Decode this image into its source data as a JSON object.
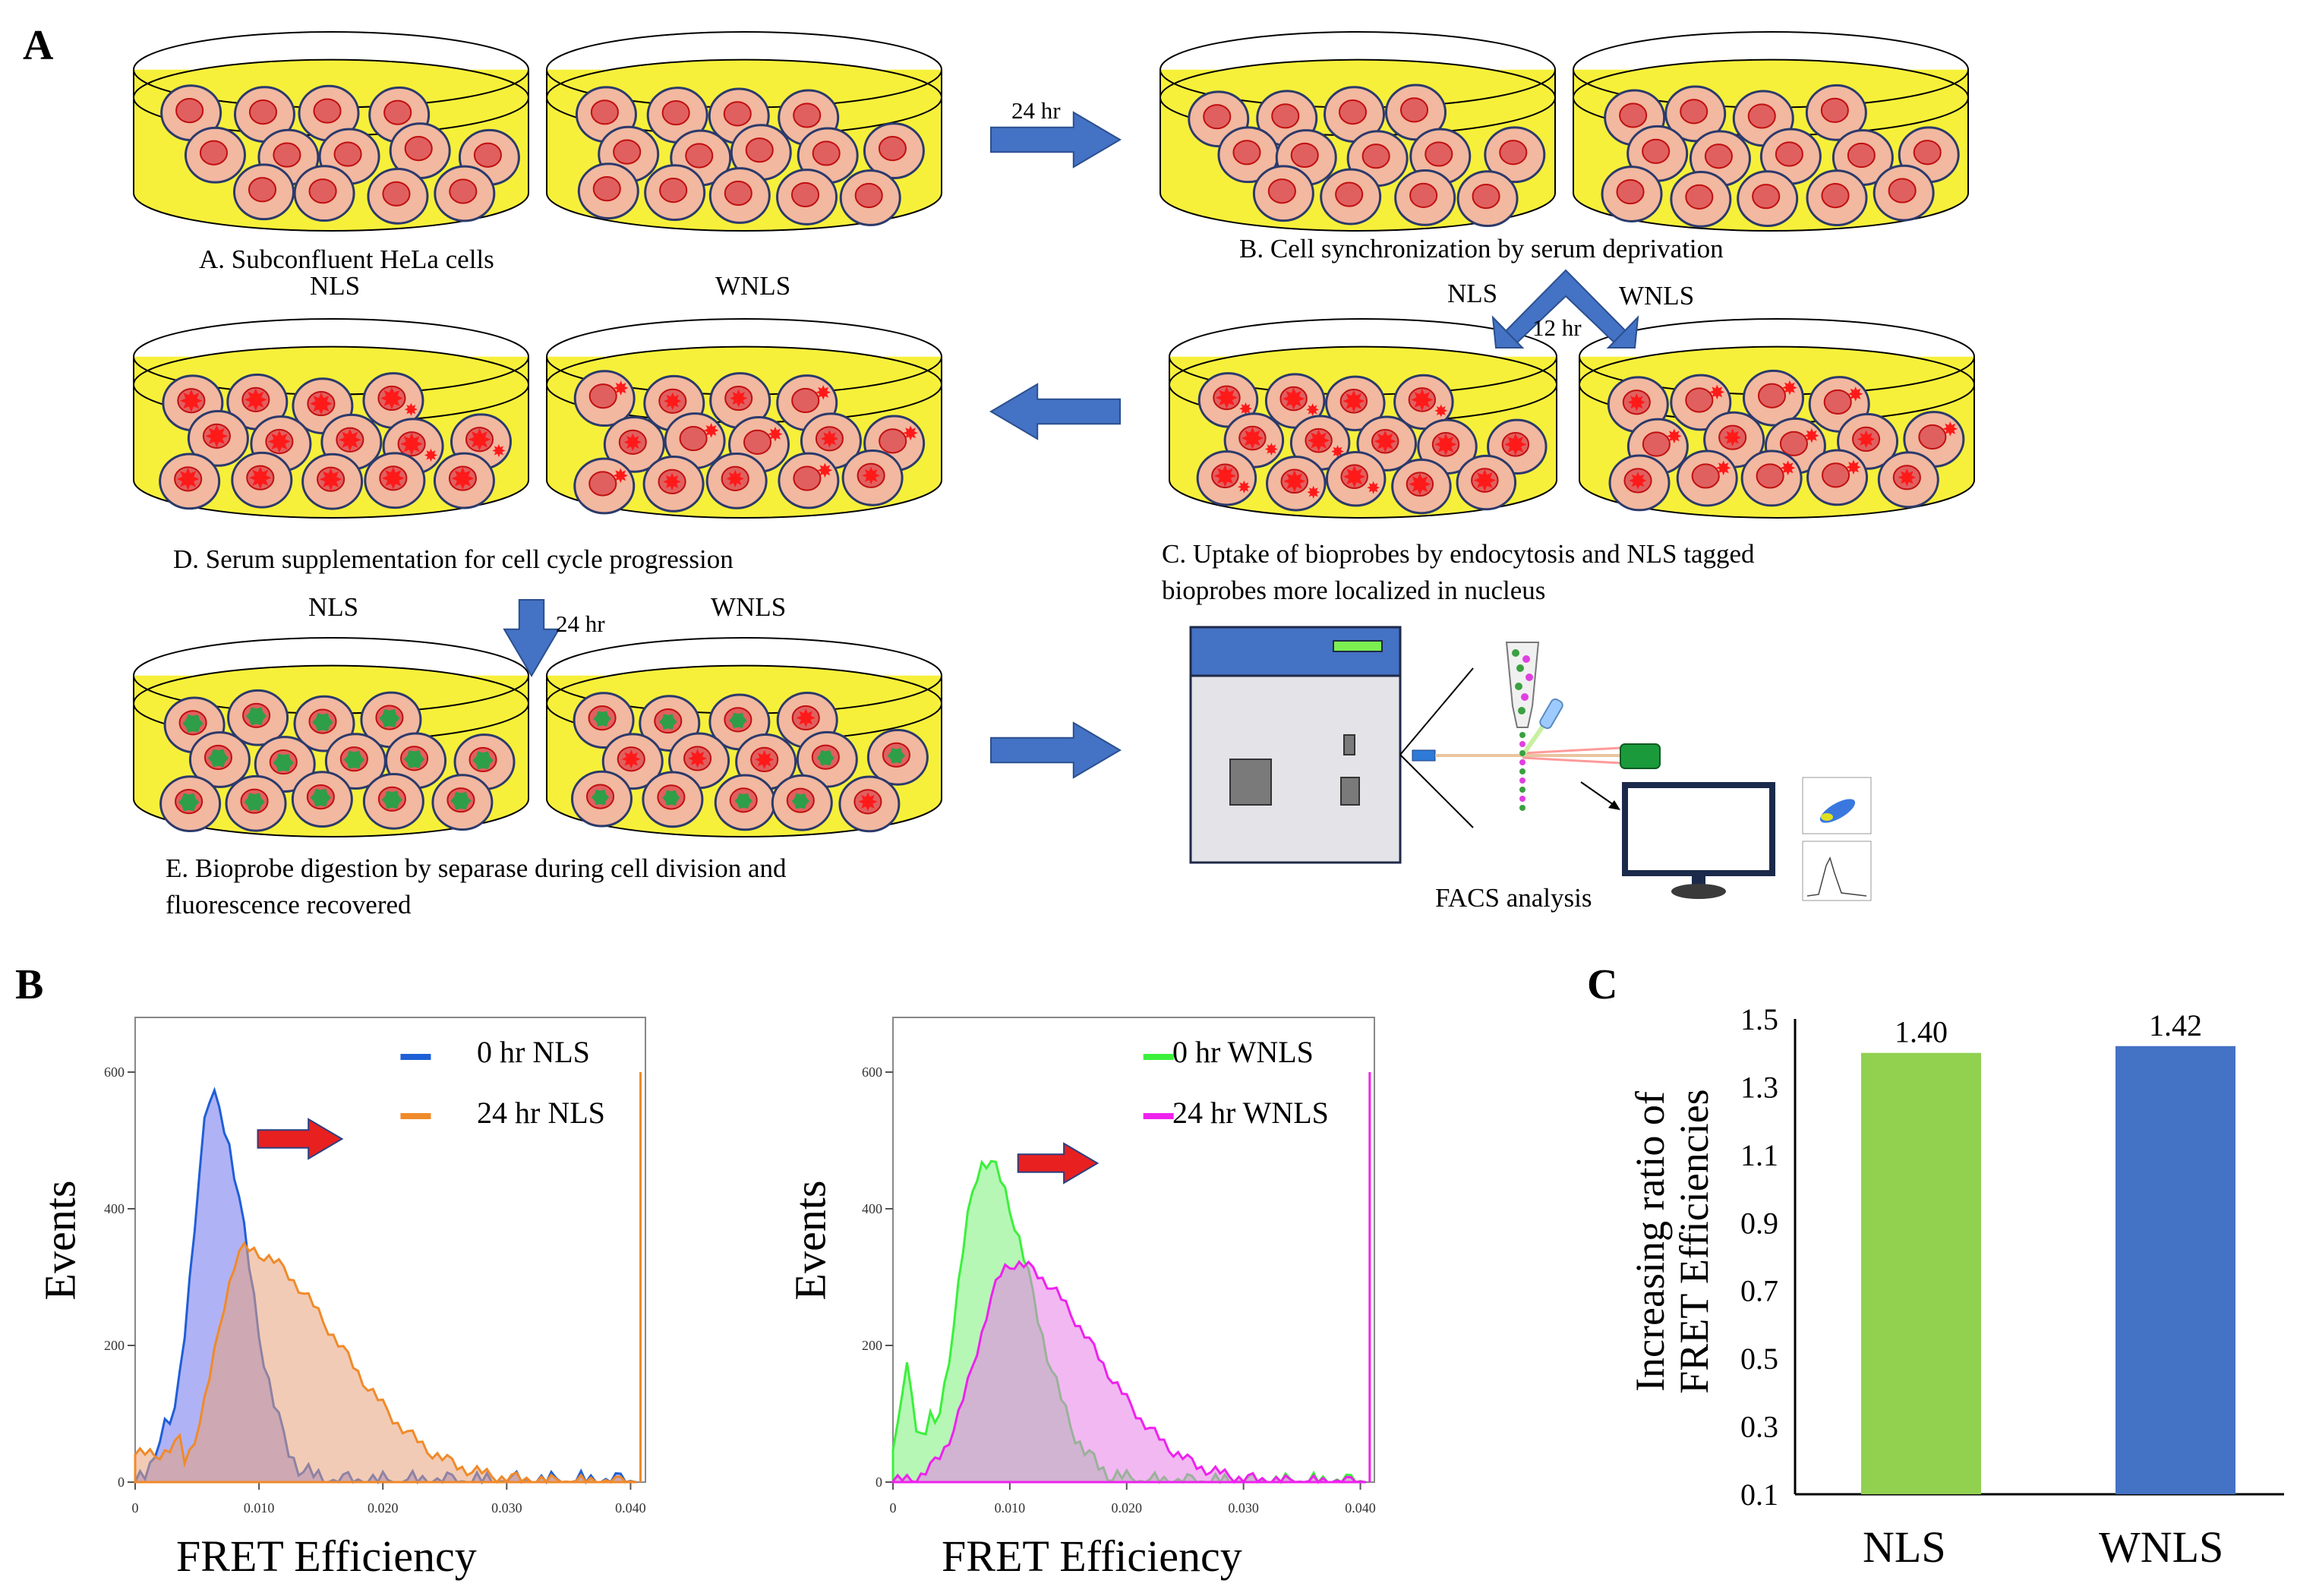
{
  "panels": {
    "a": "A",
    "b": "B",
    "c": "C"
  },
  "workflow": {
    "arrow_24hr_top": "24 hr",
    "arrow_12hr": "12 hr",
    "arrow_24hr_mid": "24 hr",
    "step_a": "A. Subconfluent HeLa cells",
    "step_b": "B. Cell synchronization by serum deprivation",
    "step_c_line1": "C. Uptake of bioprobes by endocytosis and NLS tagged",
    "step_c_line2": "bioprobes more localized in nucleus",
    "step_d": "D. Serum supplementation for cell cycle progression",
    "step_e_line1": "E. Bioprobe digestion by separase during cell division and",
    "step_e_line2": "fluorescence recovered",
    "facs": "FACS analysis",
    "nls": "NLS",
    "wnls": "WNLS"
  },
  "colors": {
    "medium": "#f7f03a",
    "cell": "#f2b8a0",
    "nucleus": "#e06060",
    "probe_red": "#ff1a1a",
    "probe_green": "#2e9e48",
    "arrow": "#4472c4",
    "nls_0hr": "#1f5fd6",
    "nls_24hr": "#f08a2a",
    "wnls_0hr": "#3cf03c",
    "wnls_24hr": "#ee22ee",
    "bar_nls": "#92d050",
    "bar_wnls": "#4472c4"
  },
  "histograms": [
    {
      "xlabel": "FRET Efficiency",
      "ylabel": "Events",
      "xticks": [
        "0",
        "0.010",
        "0.020",
        "0.030",
        "0.040"
      ],
      "yticks": [
        "0",
        "200",
        "400",
        "600"
      ],
      "legend": [
        "0 hr NLS",
        "24 hr NLS"
      ]
    },
    {
      "xlabel": "FRET Efficiency",
      "ylabel": "Events",
      "xticks": [
        "0",
        "0.010",
        "0.020",
        "0.030",
        "0.040"
      ],
      "yticks": [
        "0",
        "200",
        "400",
        "600"
      ],
      "legend": [
        "0 hr WNLS",
        "24 hr WNLS"
      ]
    }
  ],
  "chart_data": {
    "type": "bar",
    "categories": [
      "NLS",
      "WNLS"
    ],
    "values": [
      1.4,
      1.42
    ],
    "value_labels": [
      "1.40",
      "1.42"
    ],
    "ylabel_line1": "Increasing ratio of",
    "ylabel_line2": "FRET Efficiencies",
    "yticks": [
      "0.1",
      "0.3",
      "0.5",
      "0.7",
      "0.9",
      "1.1",
      "1.3",
      "1.5"
    ],
    "ylim": [
      0.1,
      1.5
    ]
  }
}
